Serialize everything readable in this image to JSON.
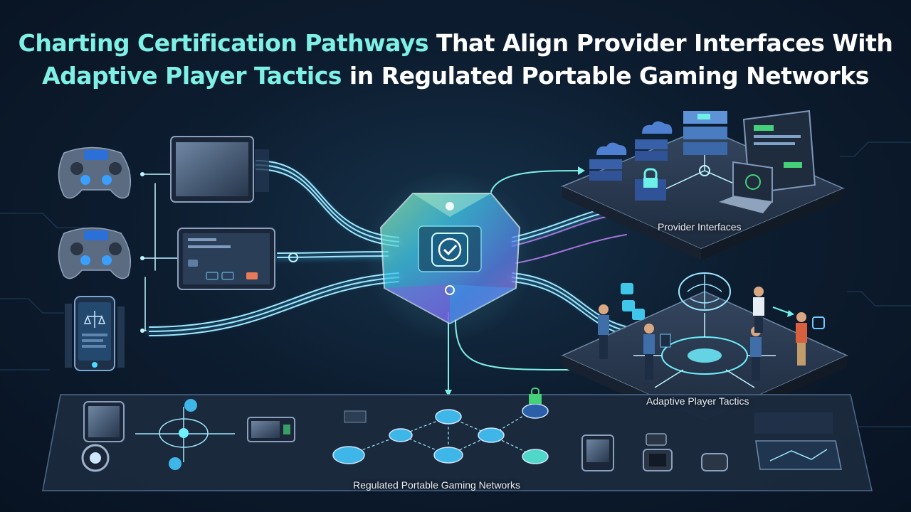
{
  "title": {
    "line1_highlight": "Charting Certification Pathways",
    "line1_rest": " That Align Provider Interfaces With",
    "line2_highlight": "Adaptive Player Tactics",
    "line2_rest": " in Regulated Portable Gaming Networks"
  },
  "labels": {
    "provider": "Provider Interfaces",
    "player": "Adaptive Player Tactics",
    "network": "Regulated Portable Gaming Networks"
  },
  "colors": {
    "accent": "#7ff0e6",
    "glow": "#4fd8ff",
    "platform": "#2a3a52",
    "background": "#0d1d30"
  },
  "icons": {
    "hub": "checkmark-shield-icon",
    "devices": [
      "gamepad-icon",
      "gamepad-icon",
      "smartphone-scales-icon"
    ],
    "servers": [
      "cloud-server-icon",
      "lock-server-icon",
      "database-icon",
      "monitor-icon",
      "laptop-icon"
    ]
  }
}
